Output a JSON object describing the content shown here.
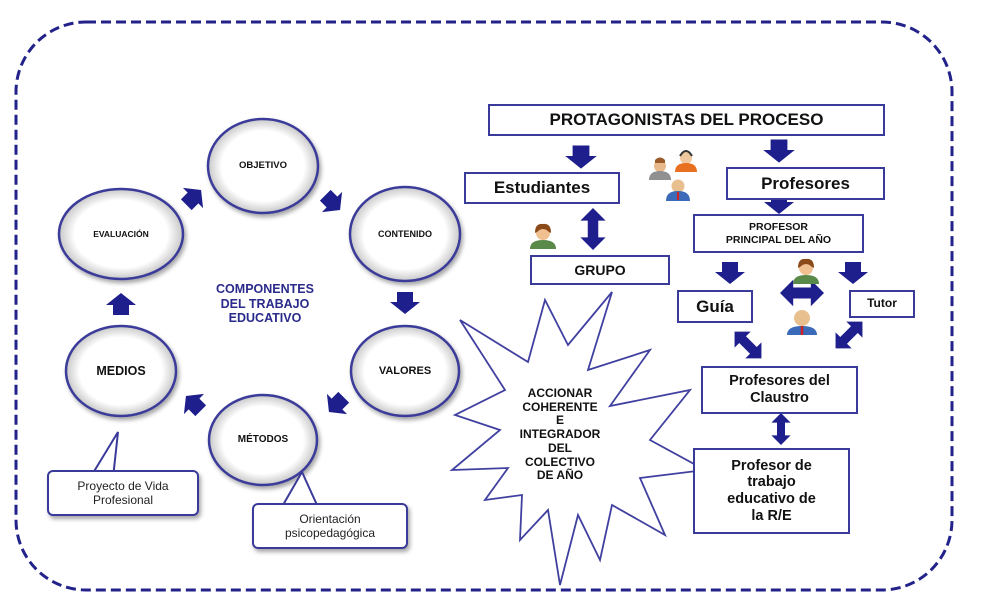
{
  "colors": {
    "border": "#22228a",
    "arrow": "#1e1e8c",
    "box_border": "#3a3a9a",
    "title_text": "#2a2a8a"
  },
  "cycle": {
    "title": "COMPONENTES DEL TRABAJO EDUCATIVO",
    "title_lines": [
      "COMPONENTES",
      "DEL TRABAJO",
      "EDUCATIVO"
    ],
    "nodes": [
      {
        "id": "objetivo",
        "label": "OBJETIVO"
      },
      {
        "id": "contenido",
        "label": "CONTENIDO"
      },
      {
        "id": "valores",
        "label": "VALORES"
      },
      {
        "id": "metodos",
        "label": "MÉTODOS"
      },
      {
        "id": "medios",
        "label": "MEDIOS"
      },
      {
        "id": "evaluacion",
        "label": "EVALUACIÓN"
      }
    ],
    "callouts": [
      {
        "id": "proyecto",
        "label": "Proyecto de Vida Profesional",
        "points_to": "medios"
      },
      {
        "id": "orientacion",
        "label": "Orientación psicopedagógica",
        "points_to": "metodos"
      }
    ]
  },
  "starburst": {
    "lines": [
      "ACCIONAR",
      "COHERENTE",
      "E",
      "INTEGRADOR",
      "DEL",
      "COLECTIVO",
      "DE AÑO"
    ]
  },
  "protagonists": {
    "title": "PROTAGONISTAS DEL PROCESO",
    "estudiantes": "Estudiantes",
    "grupo": "GRUPO",
    "profesores": "Profesores",
    "profesor_principal": [
      "PROFESOR",
      "PRINCIPAL DEL AÑO"
    ],
    "guia": "Guía",
    "tutor": "Tutor",
    "claustro": [
      "Profesores del",
      "Claustro"
    ],
    "profesor_re": [
      "Profesor de",
      "trabajo",
      "educativo de",
      "la R/E"
    ]
  },
  "icons": [
    "people-group-icon",
    "student-icon",
    "tutor-icon",
    "teacher-icon"
  ]
}
